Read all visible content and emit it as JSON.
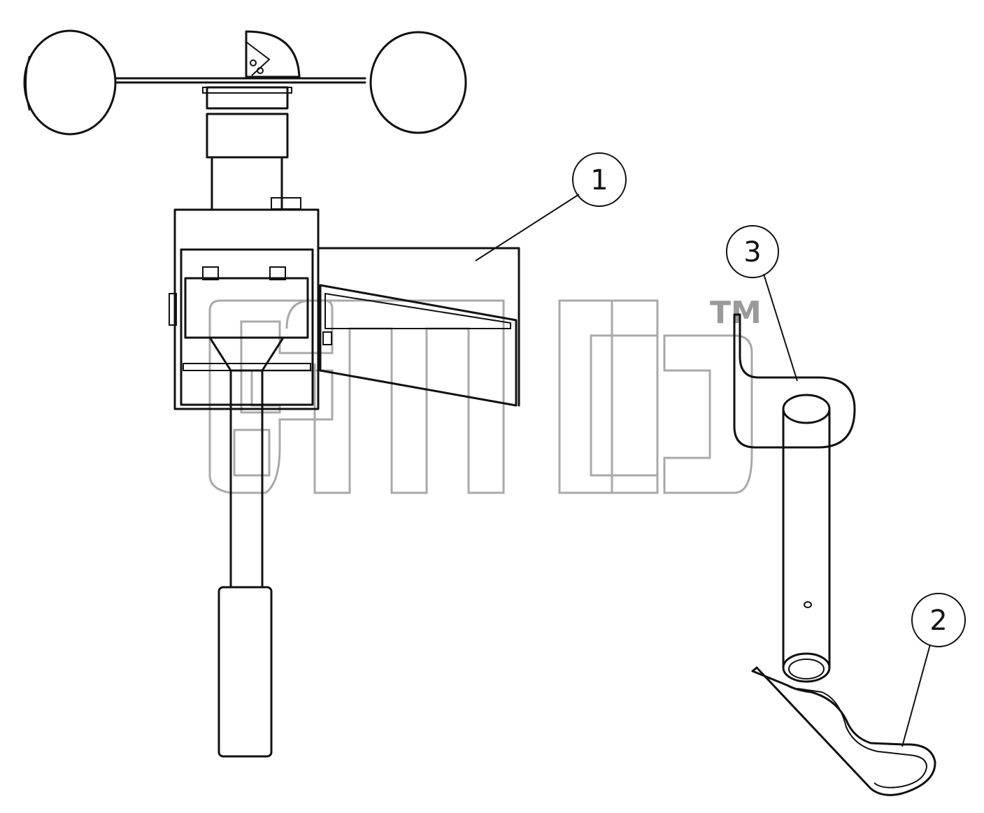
{
  "diagram": {
    "callouts": [
      {
        "id": "1",
        "label": "1"
      },
      {
        "id": "3",
        "label": "3"
      },
      {
        "id": "2",
        "label": "2"
      }
    ],
    "watermark": {
      "trademark": "TM"
    }
  },
  "colors": {
    "ink": "#111111",
    "watermark": "#a9a9a9",
    "background": "#ffffff"
  }
}
